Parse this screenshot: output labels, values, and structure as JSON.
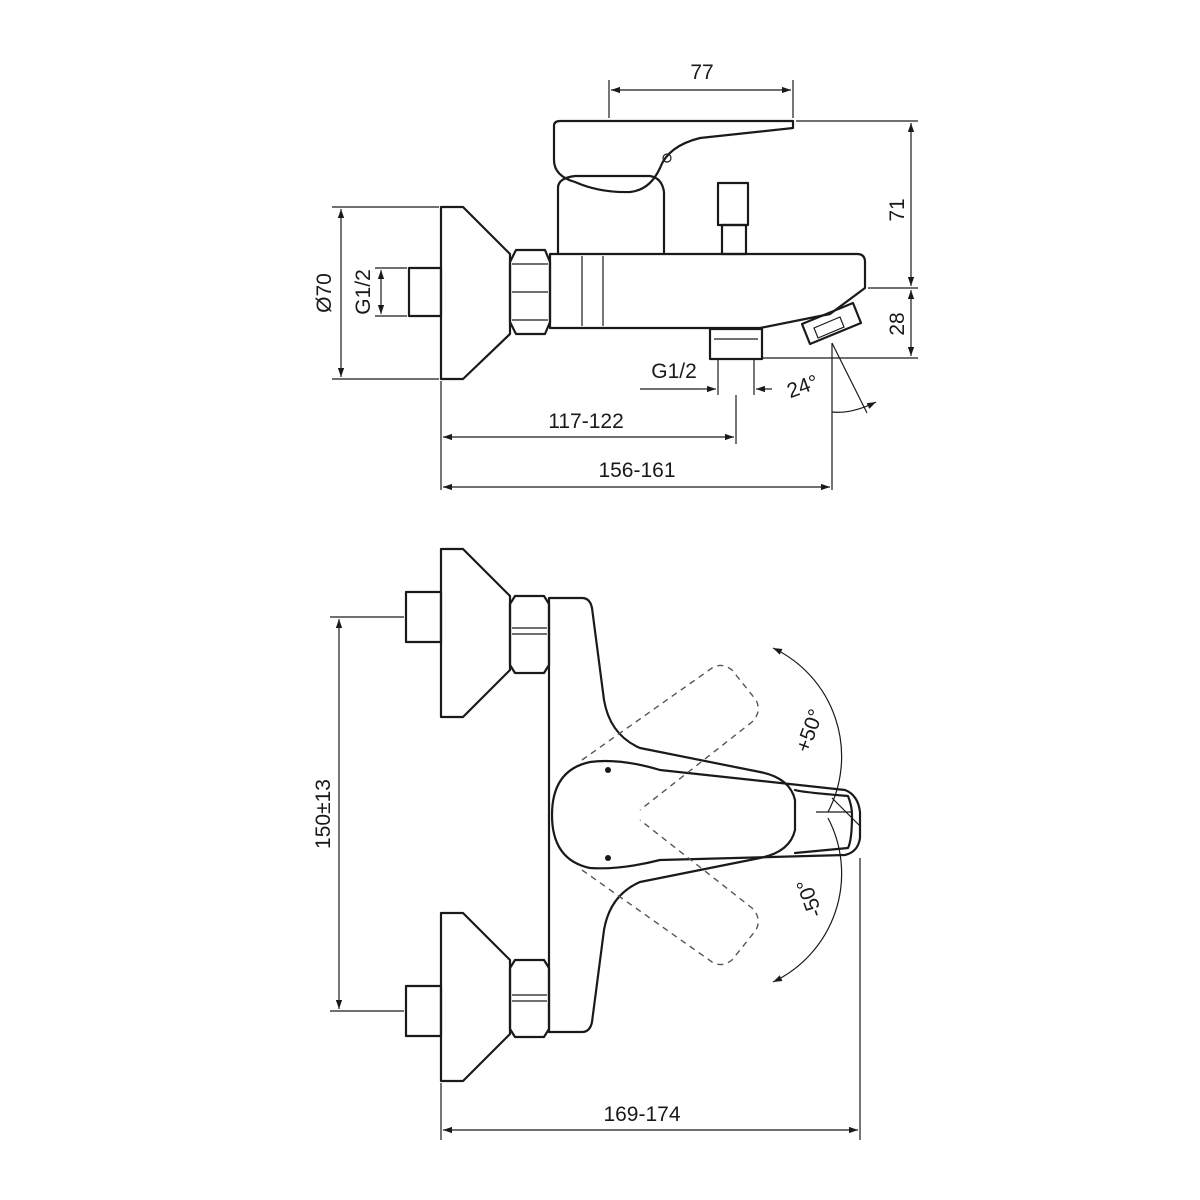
{
  "colors": {
    "line": "#1a1a1a",
    "background": "#ffffff"
  },
  "side_view": {
    "handle_length": "77",
    "height_above_body": "71",
    "spout_offset": "28",
    "wall_thread": "G1/2",
    "flange_diameter": "Ø70",
    "outlet_thread": "G1/2",
    "spout_angle": "24°",
    "outlet_projection": "117-122",
    "total_projection": "156-161"
  },
  "top_view": {
    "center_distance": "150±13",
    "rotation_plus": "+50°",
    "rotation_minus": "-50°",
    "total_depth": "169-174"
  }
}
